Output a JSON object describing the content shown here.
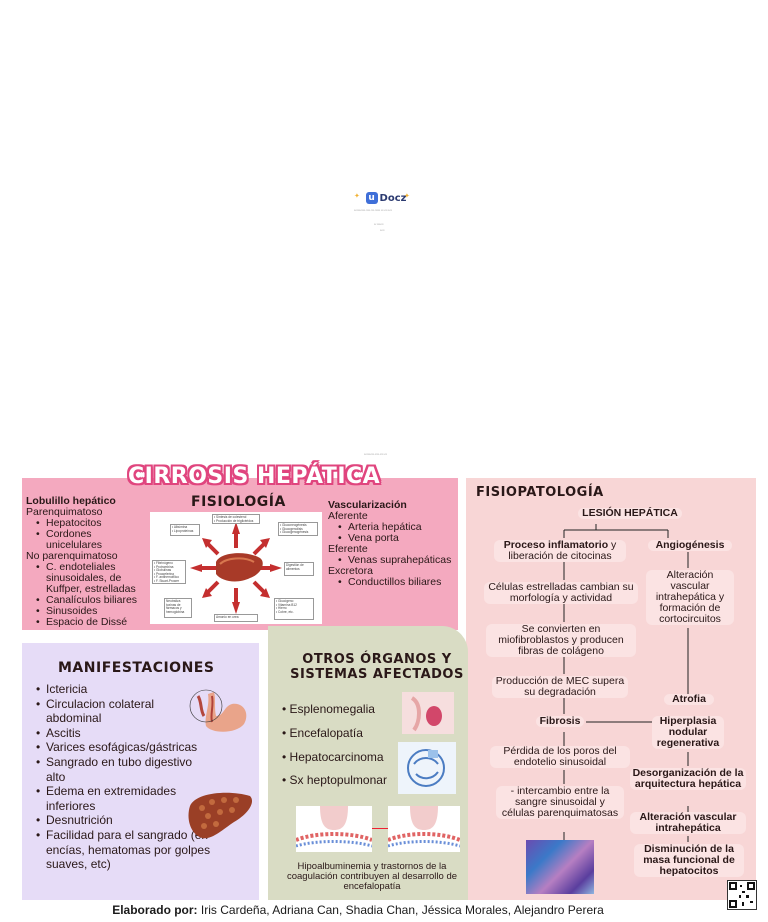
{
  "cover": {
    "brand": "Docz",
    "brand_initial": "u",
    "line1": "########## #### ### ##### ## ### ####",
    "line2": "## ######",
    "line3": "####",
    "line4": "######### #### ### ###"
  },
  "title": "CIRROSIS HEPÁTICA",
  "fisiologia": {
    "heading": "FISIOLOGÍA",
    "lobulillo_title": "Lobulillo hepático",
    "parenquimatoso": "Parenquimatoso",
    "parenquimatoso_items": [
      "Hepatocitos",
      "Cordones unicelulares"
    ],
    "no_parenquimatoso": "No parenquimatoso",
    "no_parenquimatoso_items": [
      "C. endoteliales sinusoidales, de Kuffper, estrelladas",
      "Canalículos biliares",
      "Sinusoides",
      "Espacio de Dissé"
    ],
    "vasc_title": "Vascularización",
    "aferente": "Aferente",
    "aferente_items": [
      "Arteria hepática",
      "Vena porta"
    ],
    "eferente": "Eferente",
    "eferente_items": [
      "Venas suprahepáticas"
    ],
    "excretora": "Excretora",
    "excretora_items": [
      "Conductillos biliares"
    ]
  },
  "fisiopatologia": {
    "heading": "FISIOPATOLOGÍA",
    "lesion": "LESIÓN HEPÁTICA",
    "proceso_bold": "Proceso inflamatorio",
    "proceso_rest": " y liberación de citocinas",
    "angiogenesis": "Angiogénesis",
    "celulas": "Células estrelladas cambian su morfología y actividad",
    "alteracion": "Alteración vascular intrahepática y formación de cortocircuitos",
    "convierten": "Se convierten en miofibroblastos y producen fibras de colágeno",
    "mec": "Producción de MEC supera su degradación",
    "atrofia": "Atrofia",
    "fibrosis": "Fibrosis",
    "hiperplasia": "Hiperplasia nodular regenerativa",
    "perdida": "Pérdida de los poros del endotelio sinusoidal",
    "intercambio": "- intercambio entre la sangre sinusoidal y células parenquimatosas",
    "desorganizacion": "Desorganización de la arquitectura hepática",
    "alteracion_vasc": "Alteración vascular intrahepática",
    "disminucion": "Disminución de la masa funcional de hepatocitos"
  },
  "manifestaciones": {
    "heading": "MANIFESTACIONES",
    "items": [
      "Ictericia",
      "Circulacion colateral abdominal",
      "Ascitis",
      "Varices esofágicas/gástricas",
      "Sangrado en tubo digestivo alto",
      "Edema en extremidades inferiores",
      "Desnutrición",
      "Facilidad para el sangrado (en encías, hematomas por golpes suaves, etc)"
    ]
  },
  "otros": {
    "heading": "OTROS ÓRGANOS Y SISTEMAS AFECTADOS",
    "items": [
      "Esplenomegalia",
      "Encefalopatía",
      "Hepatocarcinoma",
      "Sx heptopulmonar"
    ],
    "caption": "Hipoalbuminemia y trastornos de la coagulación contribuyen al desarrollo de encefalopatía"
  },
  "credits": {
    "label": "Elaborado por:",
    "names": " Iris Cardeña, Adriana Can, Shadia Chan, Jéssica Morales, Alejandro Perera"
  },
  "colors": {
    "fisiologia_bg": "#f4a9bf",
    "fisiopatologia_bg": "#f8d6d6",
    "manifestaciones_bg": "#e6dcf7",
    "otros_bg": "#d9dcc4",
    "title_outline": "#e0457e"
  }
}
